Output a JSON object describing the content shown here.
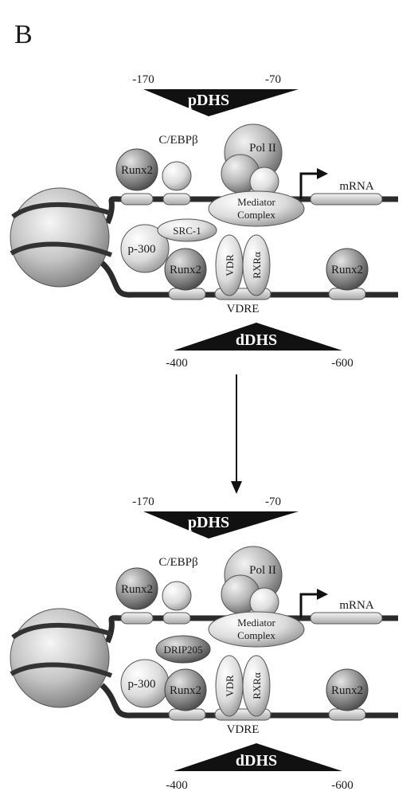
{
  "panel_label": "B",
  "top": {
    "pdhs": {
      "label": "pDHS",
      "left": "-170",
      "right": "-70"
    },
    "dna_labels": {
      "mrna": "mRNA",
      "vdre": "VDRE"
    },
    "proteins": {
      "runx2_upper": "Runx2",
      "cebp": "C/EBPβ",
      "pol2": "Pol II",
      "mediator_1": "Mediator",
      "mediator_2": "Complex",
      "src1": "SRC-1",
      "p300": "p-300",
      "runx2_lower": "Runx2",
      "vdr": "VDR",
      "rxr": "RXRα",
      "runx2_right": "Runx2"
    },
    "ddhs": {
      "label": "dDHS",
      "left": "-400",
      "right": "-600"
    }
  },
  "bottom": {
    "pdhs": {
      "label": "pDHS",
      "left": "-170",
      "right": "-70"
    },
    "dna_labels": {
      "mrna": "mRNA",
      "vdre": "VDRE"
    },
    "proteins": {
      "runx2_upper": "Runx2",
      "cebp": "C/EBPβ",
      "pol2": "Pol II",
      "mediator_1": "Mediator",
      "mediator_2": "Complex",
      "drip205": "DRIP205",
      "p300": "p-300",
      "runx2_lower": "Runx2",
      "vdr": "VDR",
      "rxr": "RXRα",
      "runx2_right": "Runx2"
    },
    "ddhs": {
      "label": "dDHS",
      "left": "-400",
      "right": "-600"
    }
  }
}
